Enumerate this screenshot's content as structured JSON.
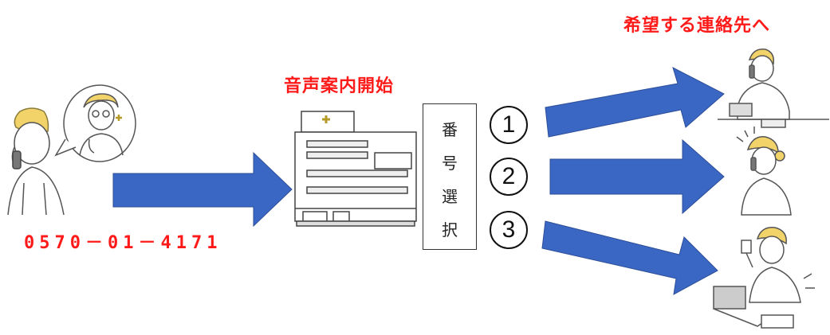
{
  "labels": {
    "destination": "希望する連絡先へ",
    "voice_guidance_start": "音声案内開始",
    "phone_number": "0570－01－4171"
  },
  "selection": {
    "chars": [
      "番",
      "号",
      "選",
      "択"
    ],
    "options": [
      "1",
      "2",
      "3"
    ]
  },
  "colors": {
    "arrow": "#3a66c4",
    "label": "#ff1a1a"
  },
  "icons": [
    "caller-person-icon",
    "doctor-bubble-icon",
    "hospital-icon",
    "staff-phone-icon",
    "staff-laptop-icon"
  ]
}
